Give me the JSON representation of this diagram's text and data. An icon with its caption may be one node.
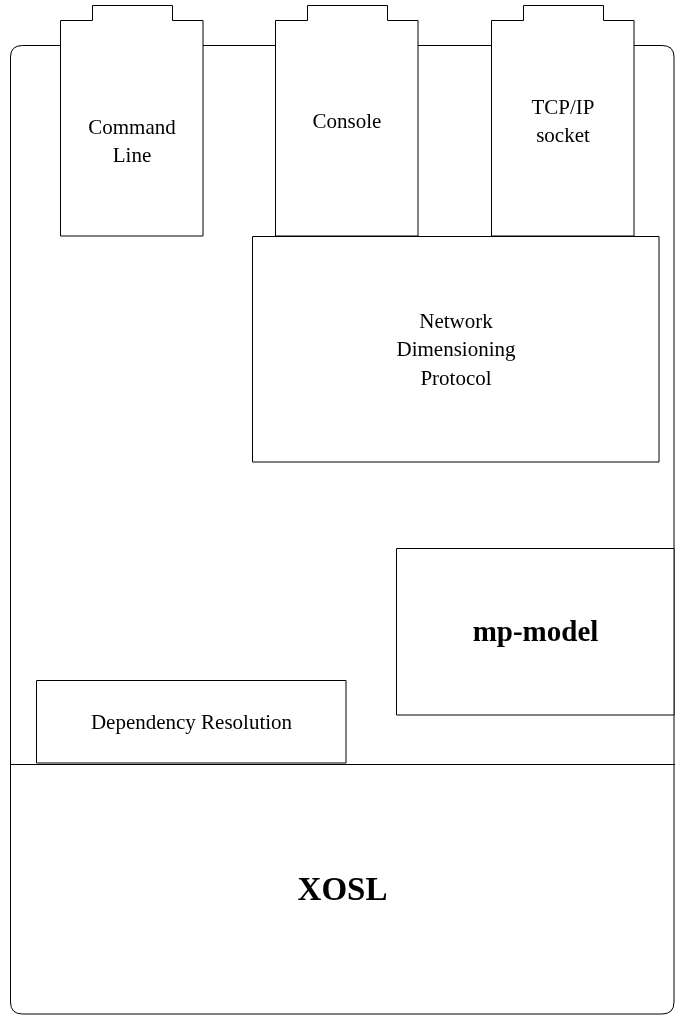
{
  "diagram": {
    "nodes": [
      {
        "text": [],
        "shape": "box"
      },
      {
        "text": [
          "Command Line"
        ]
      },
      {
        "text": [
          "Console"
        ]
      },
      {
        "text": [
          "TCP/IP socket"
        ]
      },
      {
        "text": [
          "Network Dimensioning Protocol"
        ],
        "in": 0
      },
      {
        "text": [
          "mp-model"
        ],
        "in": 0
      },
      {
        "text": [
          "Dependency Resolution"
        ],
        "in": 0
      },
      {
        "text": [
          "XOSL"
        ],
        "in": 0
      }
    ]
  }
}
